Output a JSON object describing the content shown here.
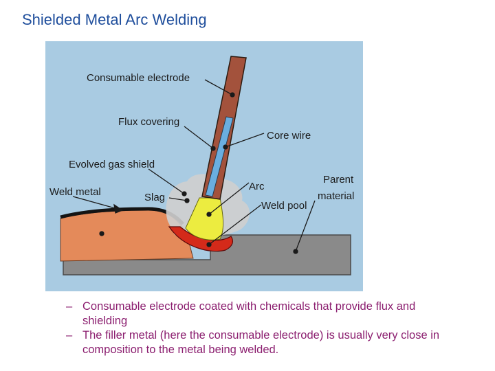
{
  "title": "Shielded Metal Arc Welding",
  "diagram": {
    "labels": {
      "consumable_electrode": "Consumable electrode",
      "flux_covering": "Flux covering",
      "core_wire": "Core wire",
      "evolved_gas_shield": "Evolved gas shield",
      "weld_metal": "Weld metal",
      "slag": "Slag",
      "arc": "Arc",
      "weld_pool": "Weld pool",
      "parent_line1": "Parent",
      "parent_line2": "material"
    },
    "colors": {
      "background": "#a9cbe2",
      "electrode": "#a3523c",
      "core_wire": "#6aaee0",
      "parent_material": "#8a8a8a",
      "weld_metal": "#e48a5a",
      "weld_pool": "#d42a1a",
      "arc": "#ecec40",
      "gas_shield": "#cfcfcf"
    }
  },
  "bullets": [
    {
      "dash": "–",
      "text": "Consumable electrode coated with chemicals that provide flux and shielding"
    },
    {
      "dash": "–",
      "text": "The filler metal (here the consumable electrode) is usually very close in composition to the metal being welded."
    }
  ]
}
